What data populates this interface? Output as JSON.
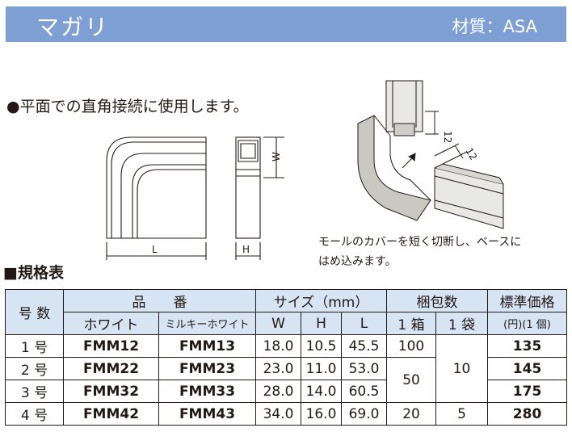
{
  "header": {
    "title": "マガリ",
    "material": "材質：ASA"
  },
  "description": "●平面での直角接続に使用します。",
  "drawing": {
    "label_w": "W",
    "label_l": "L",
    "label_h": "H",
    "dim_12_a": "12",
    "dim_12_b": "12"
  },
  "caption": {
    "line1": "モールのカバーを短く切断し、ベースに",
    "line2": "はめ込みます。"
  },
  "spec_title": "■規格表",
  "table": {
    "h_number": "号 数",
    "h_product": "品　　番",
    "h_white": "ホワイト",
    "h_milky": "ミルキーホワイト",
    "h_size": "サイズ（mm）",
    "h_w": "W",
    "h_h": "H",
    "h_l": "L",
    "h_pack": "梱包数",
    "h_box": "1 箱",
    "h_bag": "1 袋",
    "h_price": "標準価格",
    "h_price_unit": "(円)(1 個)",
    "rows": [
      {
        "no": "1 号",
        "white": "FMM12",
        "milky": "FMM13",
        "w": "18.0",
        "h": "10.5",
        "l": "45.5",
        "box": "100",
        "bag": "10",
        "price": "135"
      },
      {
        "no": "2 号",
        "white": "FMM22",
        "milky": "FMM23",
        "w": "23.0",
        "h": "11.0",
        "l": "53.0",
        "box": "50",
        "bag": "",
        "price": "145"
      },
      {
        "no": "3 号",
        "white": "FMM32",
        "milky": "FMM33",
        "w": "28.0",
        "h": "14.0",
        "l": "60.5",
        "box": "",
        "bag": "",
        "price": "175"
      },
      {
        "no": "4 号",
        "white": "FMM42",
        "milky": "FMM43",
        "w": "34.0",
        "h": "16.0",
        "l": "69.0",
        "box": "20",
        "bag": "5",
        "price": "280"
      }
    ]
  }
}
